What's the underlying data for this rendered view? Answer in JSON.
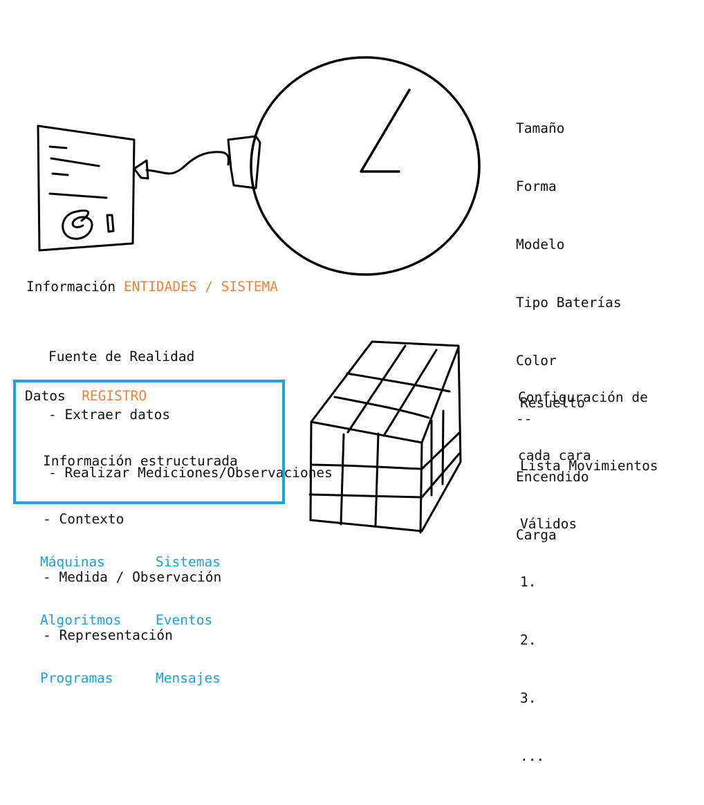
{
  "colors": {
    "accent_orange": "#f0843a",
    "accent_blue": "#1aa3dc",
    "ink": "#111111"
  },
  "icons": {
    "document": "document-icon",
    "plug": "plug-icon",
    "clock": "clock-icon",
    "cube": "rubiks-cube-icon"
  },
  "clock_attributes": [
    "Tamaño",
    "Forma",
    "Modelo",
    "Tipo Baterías",
    "Color",
    "--",
    "Encendido",
    "Carga"
  ],
  "info": {
    "label": "Información",
    "tag": "ENTIDADES / SISTEMA",
    "lines": [
      "Fuente de Realidad",
      "- Extraer datos",
      "- Realizar Mediciones/Observaciones"
    ]
  },
  "datos": {
    "label": "Datos",
    "tag": "REGISTRO",
    "lines": [
      "Información estructurada",
      "- Contexto",
      "- Medida / Observación",
      "- Representación"
    ]
  },
  "cube_notes": {
    "config": [
      "Configuración de",
      "cada cara"
    ],
    "solved": "Resuelto",
    "moves": [
      "Lista Movimientos",
      "Válidos"
    ],
    "steps": [
      "1.",
      "2.",
      "3.",
      "..."
    ]
  },
  "examples": {
    "col1": [
      "Máquinas",
      "Algoritmos",
      "Programas"
    ],
    "col2": [
      "Sistemas",
      "Eventos",
      "Mensajes"
    ]
  }
}
